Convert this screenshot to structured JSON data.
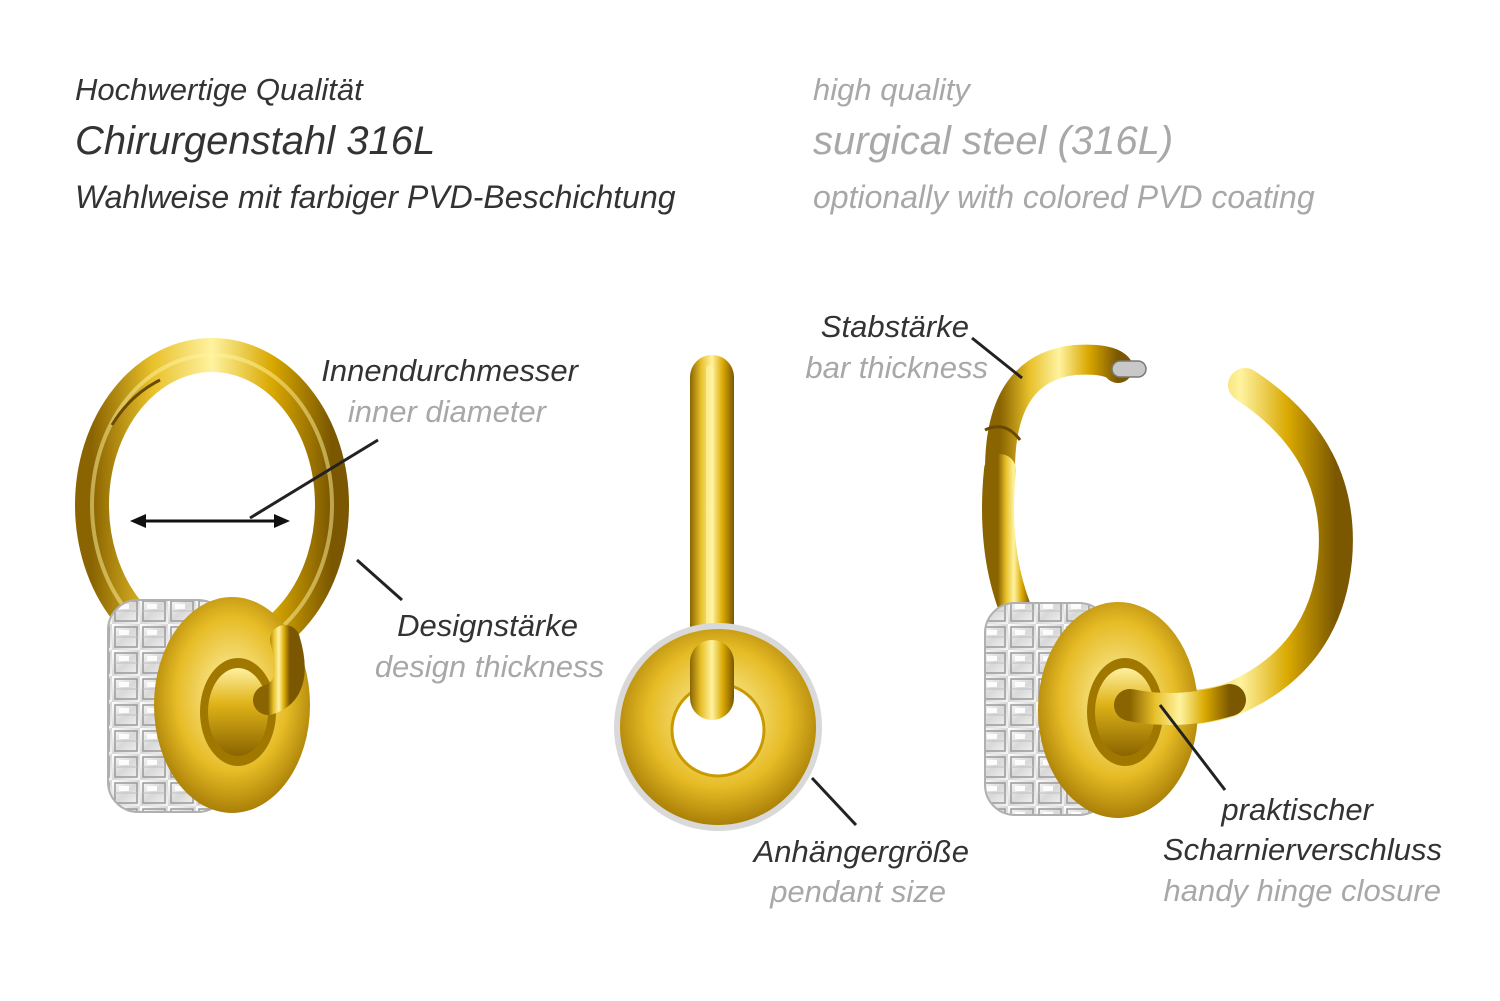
{
  "header": {
    "de": {
      "line1": "Hochwertige Qualität",
      "line2": "Chirurgenstahl 316L",
      "line3": "Wahlweise mit farbiger PVD-Beschichtung"
    },
    "en": {
      "line1": "high quality",
      "line2": "surgical steel (316L)",
      "line3": "optionally with colored PVD coating"
    }
  },
  "labels": {
    "inner_diameter": {
      "de": "Innendurchmesser",
      "en": "inner diameter"
    },
    "design_thickness": {
      "de": "Designstärke",
      "en": "design thickness"
    },
    "pendant_size": {
      "de": "Anhängergröße",
      "en": "pendant size"
    },
    "bar_thickness": {
      "de": "Stabstärke",
      "en": "bar thickness"
    },
    "hinge_closure": {
      "de_line1": "praktischer",
      "de_line2": "Scharnierverschluss",
      "en": "handy hinge closure"
    }
  },
  "colors": {
    "gold": "#d9a800",
    "gold_light": "#f5e27a",
    "gold_dark": "#8a6400",
    "label_dark": "#333333",
    "label_light": "#a8a8a8"
  }
}
